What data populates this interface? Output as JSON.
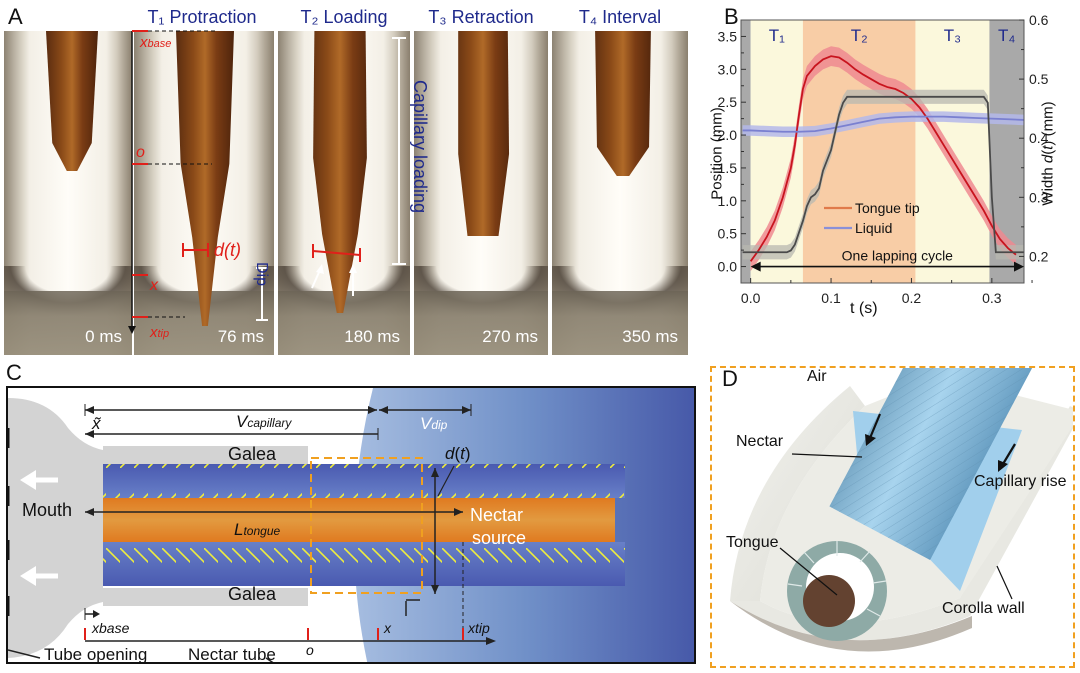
{
  "panels": {
    "A": {
      "letter": "A",
      "frames": [
        {
          "title": "",
          "time": "0 ms"
        },
        {
          "title": "T₁ Protraction",
          "time": "76 ms"
        },
        {
          "title": "T₂ Loading",
          "time": "180 ms"
        },
        {
          "title": "T₃ Retraction",
          "time": "270 ms"
        },
        {
          "title": "T₄ Interval",
          "time": "350 ms"
        }
      ],
      "annotations": {
        "x_base": "x",
        "x_base_sub": "base",
        "o": "o",
        "x": "x",
        "x_tip": "x",
        "x_tip_sub": "tip",
        "d_t": "d(t)",
        "dip": "Dip",
        "capillary_loading": "Capillary loading"
      }
    },
    "B": {
      "letter": "B",
      "legend": [
        {
          "label": "Tongue tip",
          "color": "#e07a4a"
        },
        {
          "label": "Liquid",
          "color": "#8a90d8"
        }
      ],
      "annotation": "One lapping cycle"
    },
    "C": {
      "letter": "C",
      "labels": {
        "mouth": "Mouth",
        "galea_top": "Galea",
        "galea_bottom": "Galea",
        "v_capillary": "V",
        "v_capillary_sub": "capillary",
        "v_dip": "V",
        "v_dip_sub": "dip",
        "x_tilde": "x̃",
        "l_tongue": "L",
        "l_tongue_sub": "tongue",
        "d_t": "d(t)",
        "nectar_source_1": "Nectar",
        "nectar_source_2": "source",
        "x_base": "x",
        "x_base_sub": "base",
        "o": "o",
        "x": "x",
        "x_tip": "x",
        "x_tip_sub": "tip",
        "tube_opening": "Tube opening",
        "nectar_tube": "Nectar tube"
      }
    },
    "D": {
      "letter": "D",
      "labels": {
        "air": "Air",
        "nectar": "Nectar",
        "capillary_rise": "Capillary rise",
        "tongue": "Tongue",
        "corolla_wall": "Corolla wall"
      }
    }
  },
  "colors": {
    "phase_title": "#1f2a8c",
    "annotation_red": "#e0201a",
    "tongue_curve": "#c8141e",
    "tongue_band": "#ef8a90",
    "liquid_curve": "#7a80d0",
    "liquid_band": "#b4b8ea",
    "width_curve": "#4a4a4a",
    "width_band": "#b8b8b0",
    "phase_T1": "#fbf8dc",
    "phase_T2": "#f8cda6",
    "phase_T3": "#fbf8dc",
    "phase_T4": "#a9a9a9",
    "nectar_blue": "#4a5aa8",
    "tongue_orange": "#e08a30",
    "hair_yellow": "#f0f040",
    "dashed_box": "#f0a020"
  },
  "chart_data": {
    "type": "line",
    "title": "",
    "xlabel": "t (s)",
    "ylabel": "Position (mm)",
    "y2label": "Width d(t) (mm)",
    "xlim": [
      -0.012,
      0.34
    ],
    "ylim": [
      -0.25,
      3.75
    ],
    "y2lim": [
      0.155,
      0.6
    ],
    "x_ticks": [
      0.0,
      0.1,
      0.2,
      0.3
    ],
    "x_tick_labels": [
      "0.0",
      "0.1",
      "0.2",
      "0.3"
    ],
    "y_ticks": [
      0.0,
      0.5,
      1.0,
      1.5,
      2.0,
      2.5,
      3.0,
      3.5
    ],
    "y_tick_labels": [
      "0.0",
      "0.5",
      "1.0",
      "1.5",
      "2.0",
      "2.5",
      "3.0",
      "3.5"
    ],
    "y2_ticks": [
      0.2,
      0.3,
      0.4,
      0.5,
      0.6
    ],
    "y2_tick_labels": [
      "0.2",
      "0.3",
      "0.4",
      "0.5",
      "0.6"
    ],
    "phases": [
      {
        "label": "T₁",
        "start": 0.0,
        "end": 0.065
      },
      {
        "label": "T₂",
        "start": 0.065,
        "end": 0.205
      },
      {
        "label": "T₃",
        "start": 0.205,
        "end": 0.297
      },
      {
        "label": "T₄",
        "start": 0.297,
        "end": 0.34
      }
    ],
    "series": [
      {
        "name": "Tongue tip",
        "axis": "left",
        "x": [
          0.0,
          0.01,
          0.02,
          0.03,
          0.04,
          0.05,
          0.055,
          0.06,
          0.065,
          0.07,
          0.08,
          0.09,
          0.1,
          0.11,
          0.12,
          0.13,
          0.14,
          0.15,
          0.16,
          0.17,
          0.18,
          0.19,
          0.2,
          0.21,
          0.22,
          0.23,
          0.24,
          0.25,
          0.26,
          0.27,
          0.28,
          0.29,
          0.3,
          0.31,
          0.32,
          0.33
        ],
        "values": [
          0.08,
          0.25,
          0.45,
          0.7,
          1.05,
          1.5,
          1.85,
          2.3,
          2.7,
          2.9,
          3.05,
          3.15,
          3.2,
          3.18,
          3.1,
          3.0,
          2.92,
          2.85,
          2.78,
          2.73,
          2.7,
          2.64,
          2.55,
          2.42,
          2.25,
          2.05,
          1.85,
          1.65,
          1.45,
          1.25,
          1.05,
          0.85,
          0.62,
          0.42,
          0.28,
          0.18
        ],
        "band": 0.15
      },
      {
        "name": "Liquid",
        "axis": "left",
        "x": [
          -0.01,
          0.0,
          0.02,
          0.04,
          0.06,
          0.08,
          0.1,
          0.12,
          0.14,
          0.16,
          0.18,
          0.2,
          0.22,
          0.24,
          0.26,
          0.28,
          0.3,
          0.32,
          0.34
        ],
        "values": [
          2.07,
          2.07,
          2.06,
          2.05,
          2.05,
          2.06,
          2.1,
          2.15,
          2.2,
          2.25,
          2.27,
          2.28,
          2.28,
          2.28,
          2.27,
          2.26,
          2.25,
          2.24,
          2.23
        ],
        "band": 0.08
      },
      {
        "name": "Width d(t)",
        "axis": "right",
        "x": [
          -0.01,
          0.0,
          0.045,
          0.05,
          0.055,
          0.06,
          0.065,
          0.07,
          0.075,
          0.08,
          0.085,
          0.09,
          0.1,
          0.105,
          0.11,
          0.115,
          0.12,
          0.29,
          0.295,
          0.3,
          0.305,
          0.34
        ],
        "values": [
          0.207,
          0.207,
          0.207,
          0.21,
          0.22,
          0.24,
          0.26,
          0.285,
          0.3,
          0.305,
          0.315,
          0.345,
          0.38,
          0.41,
          0.44,
          0.46,
          0.47,
          0.47,
          0.46,
          0.3,
          0.207,
          0.207
        ],
        "band": 0.012
      }
    ],
    "annotations": [
      {
        "text": "One lapping cycle",
        "type": "double-arrow",
        "x_start": 0.0,
        "x_end": 0.34,
        "y": 0.0
      }
    ],
    "legend_position": "lower-center"
  }
}
